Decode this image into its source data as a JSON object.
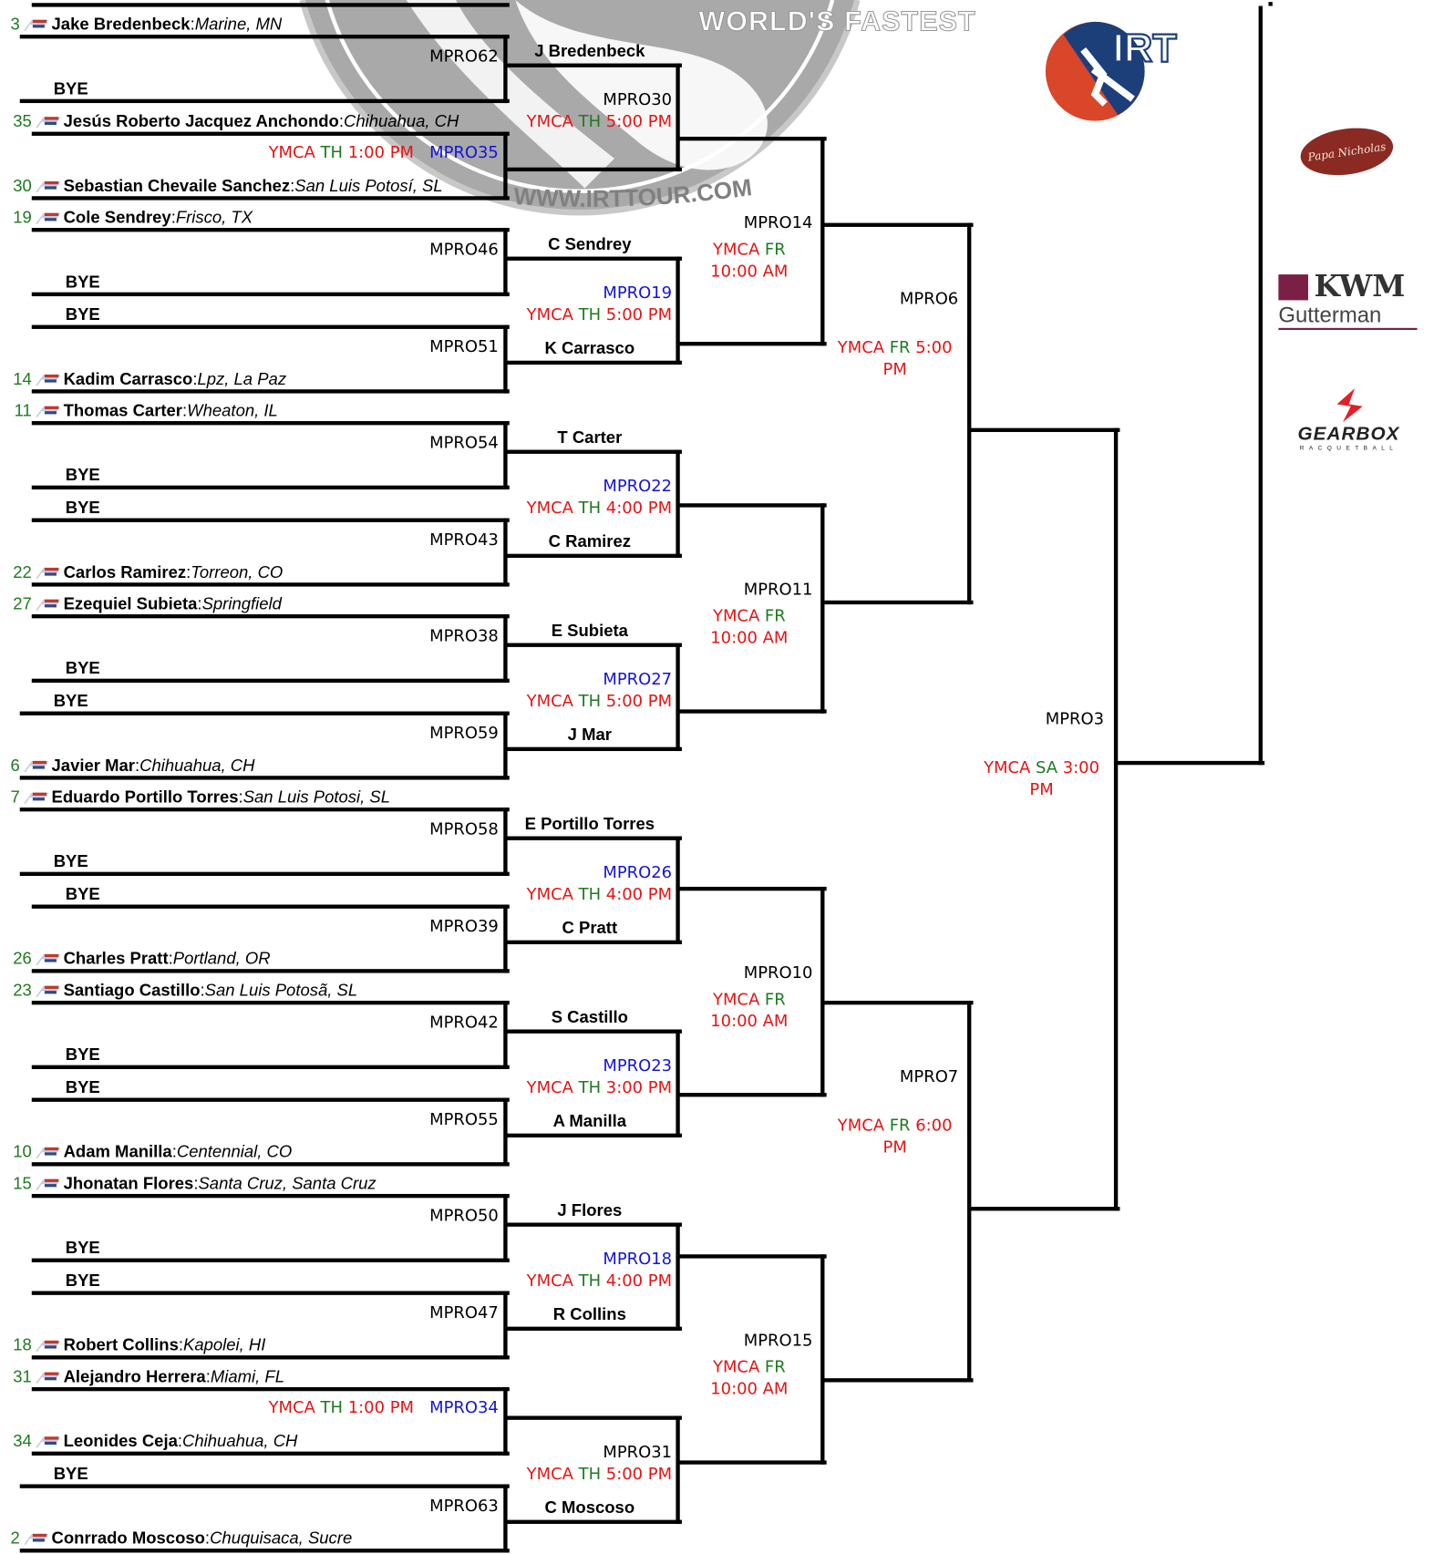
{
  "watermark": {
    "top_text": "WORLD'S FASTEST",
    "arc_text": "WWW.IRTTOUR.COM"
  },
  "sponsors": {
    "irt": "IRT",
    "papa": "Papa Nicholas",
    "kwm_top": "KWM",
    "kwm_bottom": "Gutterman",
    "gearbox": "GEARBOX",
    "gearbox_sub": "RACQUETBALL"
  },
  "colors": {
    "seed": "#1e7a1e",
    "venue": "#e41414",
    "day": "#1e7a1e",
    "match_id_blue": "#1414d8"
  },
  "round1": [
    {
      "id": "MPRO62",
      "time": null,
      "players": [
        {
          "seed": "3",
          "name": "Jake Bredenbeck",
          "loc": "Marine, MN"
        },
        {
          "seed": "",
          "name": "BYE",
          "loc": ""
        }
      ]
    },
    {
      "id": "MPRO35",
      "time": {
        "venue": "YMCA",
        "day": "TH",
        "time": "1:00 PM"
      },
      "players": [
        {
          "seed": "35",
          "name": "Jesús Roberto Jacquez Anchondo",
          "loc": "Chihuahua, CH"
        },
        {
          "seed": "30",
          "name": "Sebastian Chevaile Sanchez",
          "loc": "San Luis Potosí, SL"
        }
      ]
    },
    {
      "id": "MPRO46",
      "time": null,
      "players": [
        {
          "seed": "19",
          "name": "Cole Sendrey",
          "loc": "Frisco, TX"
        },
        {
          "seed": "",
          "name": "BYE",
          "loc": ""
        }
      ]
    },
    {
      "id": "MPRO51",
      "time": null,
      "players": [
        {
          "seed": "",
          "name": "BYE",
          "loc": ""
        },
        {
          "seed": "14",
          "name": "Kadim Carrasco",
          "loc": "Lpz, La Paz"
        }
      ]
    },
    {
      "id": "MPRO54",
      "time": null,
      "players": [
        {
          "seed": "11",
          "name": "Thomas Carter",
          "loc": "Wheaton, IL"
        },
        {
          "seed": "",
          "name": "BYE",
          "loc": ""
        }
      ]
    },
    {
      "id": "MPRO43",
      "time": null,
      "players": [
        {
          "seed": "",
          "name": "BYE",
          "loc": ""
        },
        {
          "seed": "22",
          "name": "Carlos Ramirez",
          "loc": "Torreon, CO"
        }
      ]
    },
    {
      "id": "MPRO38",
      "time": null,
      "players": [
        {
          "seed": "27",
          "name": "Ezequiel Subieta",
          "loc": "Springfield"
        },
        {
          "seed": "",
          "name": "BYE",
          "loc": ""
        }
      ]
    },
    {
      "id": "MPRO59",
      "time": null,
      "players": [
        {
          "seed": "",
          "name": "BYE",
          "loc": ""
        },
        {
          "seed": "6",
          "name": "Javier Mar",
          "loc": "Chihuahua, CH"
        }
      ]
    },
    {
      "id": "MPRO58",
      "time": null,
      "players": [
        {
          "seed": "7",
          "name": "Eduardo Portillo Torres",
          "loc": "San Luis Potosi, SL"
        },
        {
          "seed": "",
          "name": "BYE",
          "loc": ""
        }
      ]
    },
    {
      "id": "MPRO39",
      "time": null,
      "players": [
        {
          "seed": "",
          "name": "BYE",
          "loc": ""
        },
        {
          "seed": "26",
          "name": "Charles Pratt",
          "loc": "Portland, OR"
        }
      ]
    },
    {
      "id": "MPRO42",
      "time": null,
      "players": [
        {
          "seed": "23",
          "name": "Santiago Castillo",
          "loc": "San Luis Potosã, SL"
        },
        {
          "seed": "",
          "name": "BYE",
          "loc": ""
        }
      ]
    },
    {
      "id": "MPRO55",
      "time": null,
      "players": [
        {
          "seed": "",
          "name": "BYE",
          "loc": ""
        },
        {
          "seed": "10",
          "name": "Adam Manilla",
          "loc": "Centennial, CO"
        }
      ]
    },
    {
      "id": "MPRO50",
      "time": null,
      "players": [
        {
          "seed": "15",
          "name": "Jhonatan Flores",
          "loc": "Santa Cruz, Santa Cruz"
        },
        {
          "seed": "",
          "name": "BYE",
          "loc": ""
        }
      ]
    },
    {
      "id": "MPRO47",
      "time": null,
      "players": [
        {
          "seed": "",
          "name": "BYE",
          "loc": ""
        },
        {
          "seed": "18",
          "name": "Robert Collins",
          "loc": "Kapolei, HI"
        }
      ]
    },
    {
      "id": "MPRO34",
      "time": {
        "venue": "YMCA",
        "day": "TH",
        "time": "1:00 PM"
      },
      "players": [
        {
          "seed": "31",
          "name": "Alejandro Herrera",
          "loc": "Miami, FL"
        },
        {
          "seed": "34",
          "name": "Leonides Ceja",
          "loc": "Chihuahua, CH"
        }
      ]
    },
    {
      "id": "MPRO63",
      "time": null,
      "players": [
        {
          "seed": "",
          "name": "BYE",
          "loc": ""
        },
        {
          "seed": "2",
          "name": "Conrrado Moscoso",
          "loc": "Chuquisaca, Sucre"
        }
      ]
    }
  ],
  "round2": [
    {
      "id": "MPRO30",
      "blue": false,
      "venue": "YMCA",
      "day": "TH",
      "time": "5:00 PM",
      "top": "J Bredenbeck",
      "bottom": ""
    },
    {
      "id": "MPRO19",
      "blue": true,
      "venue": "YMCA",
      "day": "TH",
      "time": "5:00 PM",
      "top": "C Sendrey",
      "bottom": "K Carrasco"
    },
    {
      "id": "MPRO22",
      "blue": true,
      "venue": "YMCA",
      "day": "TH",
      "time": "4:00 PM",
      "top": "T Carter",
      "bottom": "C Ramirez"
    },
    {
      "id": "MPRO27",
      "blue": true,
      "venue": "YMCA",
      "day": "TH",
      "time": "5:00 PM",
      "top": "E Subieta",
      "bottom": "J Mar"
    },
    {
      "id": "MPRO26",
      "blue": true,
      "venue": "YMCA",
      "day": "TH",
      "time": "4:00 PM",
      "top": "E Portillo Torres",
      "bottom": "C Pratt"
    },
    {
      "id": "MPRO23",
      "blue": true,
      "venue": "YMCA",
      "day": "TH",
      "time": "3:00 PM",
      "top": "S Castillo",
      "bottom": "A Manilla"
    },
    {
      "id": "MPRO18",
      "blue": true,
      "venue": "YMCA",
      "day": "TH",
      "time": "4:00 PM",
      "top": "J Flores",
      "bottom": "R Collins"
    },
    {
      "id": "MPRO31",
      "blue": false,
      "venue": "YMCA",
      "day": "TH",
      "time": "5:00 PM",
      "top": "",
      "bottom": "C Moscoso"
    }
  ],
  "round3": [
    {
      "id": "MPRO14",
      "venue": "YMCA",
      "day": "FR",
      "time": "10:00 AM"
    },
    {
      "id": "MPRO11",
      "venue": "YMCA",
      "day": "FR",
      "time": "10:00 AM"
    },
    {
      "id": "MPRO10",
      "venue": "YMCA",
      "day": "FR",
      "time": "10:00 AM"
    },
    {
      "id": "MPRO15",
      "venue": "YMCA",
      "day": "FR",
      "time": "10:00 AM"
    }
  ],
  "round4": [
    {
      "id": "MPRO6",
      "venue": "YMCA",
      "day": "FR",
      "time": "5:00 PM"
    },
    {
      "id": "MPRO7",
      "venue": "YMCA",
      "day": "FR",
      "time": "6:00 PM"
    }
  ],
  "round5": [
    {
      "id": "MPRO3",
      "venue": "YMCA",
      "day": "SA",
      "time": "3:00 PM"
    }
  ]
}
